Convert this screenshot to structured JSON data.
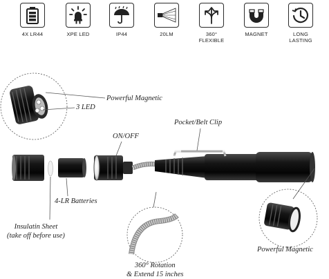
{
  "features": [
    {
      "icon": "battery-icon",
      "label": "4X LR44"
    },
    {
      "icon": "led-bulb-icon",
      "label": "XPE LED"
    },
    {
      "icon": "umbrella-rain-icon",
      "label": "IP44"
    },
    {
      "icon": "light-beam-icon",
      "label": "20LM"
    },
    {
      "icon": "flexible-arrows-icon",
      "label": "360°\nFLEXIBLE"
    },
    {
      "icon": "magnet-icon",
      "label": "MAGNET"
    },
    {
      "icon": "clock-icon",
      "label": "LONG\nLASTING"
    }
  ],
  "callouts": {
    "powerful_magnetic_top": "Powerful Magnetic",
    "led": "3 LED",
    "on_off": "ON/OFF",
    "pocket_clip": "Pocket/Belt Clip",
    "batteries": "4-LR Batteries",
    "insulation_sheet": "Insulatin Sheet\n(take off before use)",
    "rotation": "360° Rotation\n& Extend 15 inches",
    "powerful_magnetic_bottom": "Powerful Magnetic"
  },
  "colors": {
    "body": "#1c1c1c",
    "metal": "#b9b9b9",
    "outline": "#2a2a2a"
  }
}
